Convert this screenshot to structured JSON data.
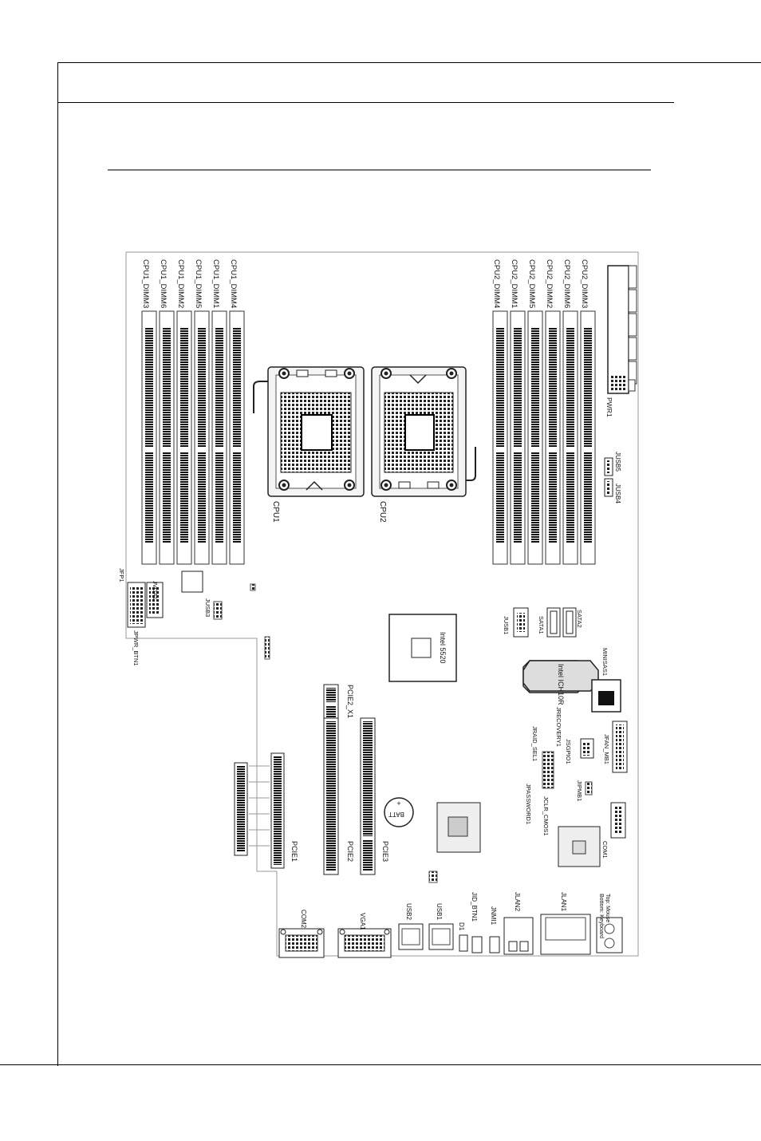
{
  "labels": {
    "cpu1_dimms": [
      "CPU1_DIMM3",
      "CPU1_DIMM6",
      "CPU1_DIMM2",
      "CPU1_DIMM5",
      "CPU1_DIMM1",
      "CPU1_DIMM4"
    ],
    "cpu2_dimms": [
      "CPU2_DIMM4",
      "CPU2_DIMM1",
      "CPU2_DIMM5",
      "CPU2_DIMM2",
      "CPU2_DIMM6",
      "CPU2_DIMM3"
    ],
    "cpu1": "CPU1",
    "cpu2": "CPU2",
    "pwr1": "PWR1",
    "jusb5": "JUSB5",
    "jusb4": "JUSB4",
    "jfp1": "JFP1",
    "jvga1": "JVGA1",
    "jusb3": "JUSB3",
    "jpwr_btn1": "JPWR_BTN1",
    "intel5520": "Intel 5520",
    "jusb1": "JUSB1",
    "sata1": "SATA1",
    "sata2": "SATA2",
    "minisas1": "MINISAS1",
    "ich10r": "Intel ICH10R",
    "jrecovery1": "JRECOVERY1",
    "jsgpio1": "JSGPIO1",
    "jrad_sel1": "JRAID_SEL1",
    "jfan_mb1": "JFAN_MB1",
    "jipmb1": "JIPMB1",
    "jpassword1": "JPASSWORD1",
    "jclr_cmos1": "JCLR_CMOS1",
    "com1": "COM1",
    "pcie2_x1": "PCIE2_X1",
    "pcie1": "PCIE1",
    "pcie2": "PCIE2",
    "pcie3": "PCIE3",
    "batt": "BATT",
    "batt_plus": "+",
    "com2": "COM2",
    "vga1": "VGA1",
    "usb2": "USB2",
    "usb1": "USB1",
    "d1": "D1",
    "jid_btn1": "JID_BTN1",
    "jnmi1": "JNMI1",
    "jlan2": "JLAN2",
    "jlan1": "JLAN1",
    "kb_top": "Top: Mouse",
    "kb_bottom": "Bottom: Keyboard"
  }
}
